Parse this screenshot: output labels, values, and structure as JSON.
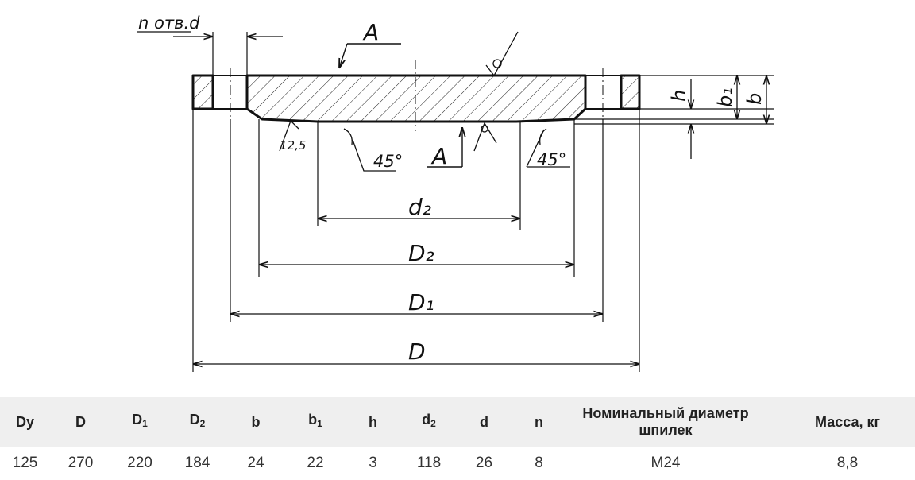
{
  "drawing": {
    "labels": {
      "holes": "n отв.d",
      "section_top": "A",
      "section_bottom": "A",
      "roughness": "12,5",
      "chamfer_left": "45°",
      "chamfer_right": "45°",
      "dim_d2": "d₂",
      "dim_D2": "D₂",
      "dim_D1": "D₁",
      "dim_D": "D",
      "dim_h": "h",
      "dim_b1": "b₁",
      "dim_b": "b"
    }
  },
  "table": {
    "headers": [
      {
        "main": "Dy",
        "sub": ""
      },
      {
        "main": "D",
        "sub": ""
      },
      {
        "main": "D",
        "sub": "1"
      },
      {
        "main": "D",
        "sub": "2"
      },
      {
        "main": "b",
        "sub": ""
      },
      {
        "main": "b",
        "sub": "1"
      },
      {
        "main": "h",
        "sub": ""
      },
      {
        "main": "d",
        "sub": "2"
      },
      {
        "main": "d",
        "sub": ""
      },
      {
        "main": "n",
        "sub": ""
      },
      {
        "main": "Номинальный диаметр шпилек",
        "sub": ""
      },
      {
        "main": "Масса, кг",
        "sub": ""
      }
    ],
    "rows": [
      [
        "125",
        "270",
        "220",
        "184",
        "24",
        "22",
        "3",
        "118",
        "26",
        "8",
        "М24",
        "8,8"
      ]
    ]
  }
}
